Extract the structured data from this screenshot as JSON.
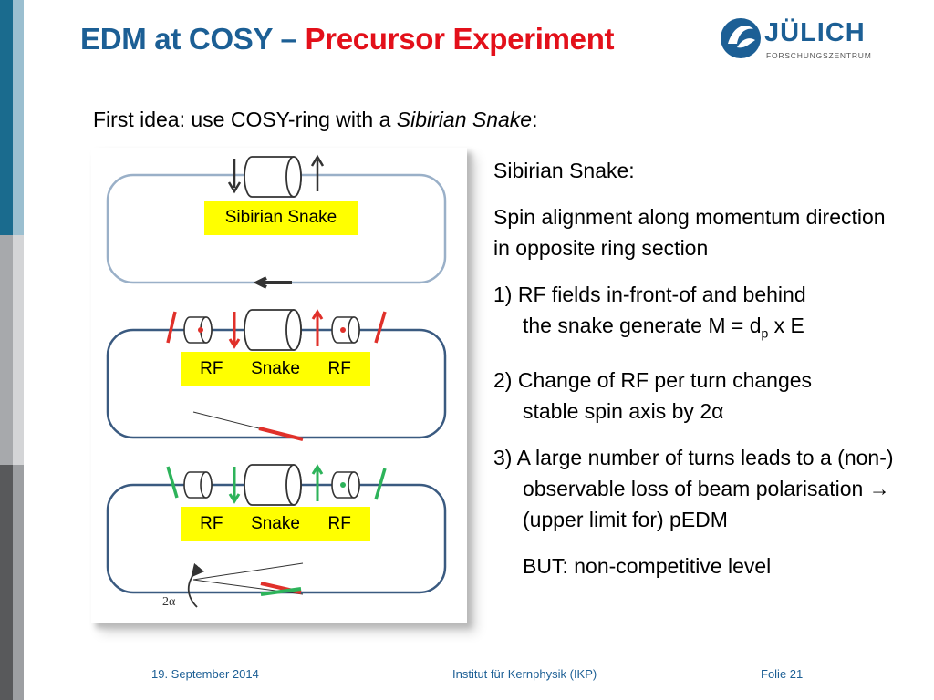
{
  "slide": {
    "title_part1": "EDM at COSY – ",
    "title_part2": "Precursor Experiment",
    "logo_name": "JÜLICH",
    "logo_sub": "FORSCHUNGSZENTRUM",
    "intro_text": "First idea: use COSY-ring with a ",
    "intro_emph": "Sibirian Snake",
    "intro_end": ":",
    "colors": {
      "title_blue": "#1c5f95",
      "title_red": "#e3101a",
      "label_yellow": "#ffff00",
      "spin_red": "#e0302a",
      "spin_green": "#2db35a"
    }
  },
  "figure": {
    "panel1_label": "Sibirian Snake",
    "panel2_labels": [
      "RF",
      "Snake",
      "RF"
    ],
    "panel3_labels": [
      "RF",
      "Snake",
      "RF"
    ],
    "angle_label": "2α"
  },
  "text": {
    "heading": "Sibirian Snake:",
    "para": "Spin alignment along momentum direction in opposite ring section",
    "item1_a": "1) RF fields in-front-of and behind",
    "item1_b": "the snake generate M = d",
    "item1_sub": "p",
    "item1_c": " x E",
    "item2_a": "2) Change of RF per turn changes",
    "item2_b": "stable spin axis by 2α",
    "item3": "3) A large number of turns leads to a (non-) observable loss of beam polarisation",
    "item3_arrow": "→",
    "item3_end": " (upper limit for) pEDM",
    "but": "BUT: non-competitive level"
  },
  "footer": {
    "date": "19. September 2014",
    "institute": "Institut für Kernphysik (IKP)",
    "page": "Folie 21"
  }
}
